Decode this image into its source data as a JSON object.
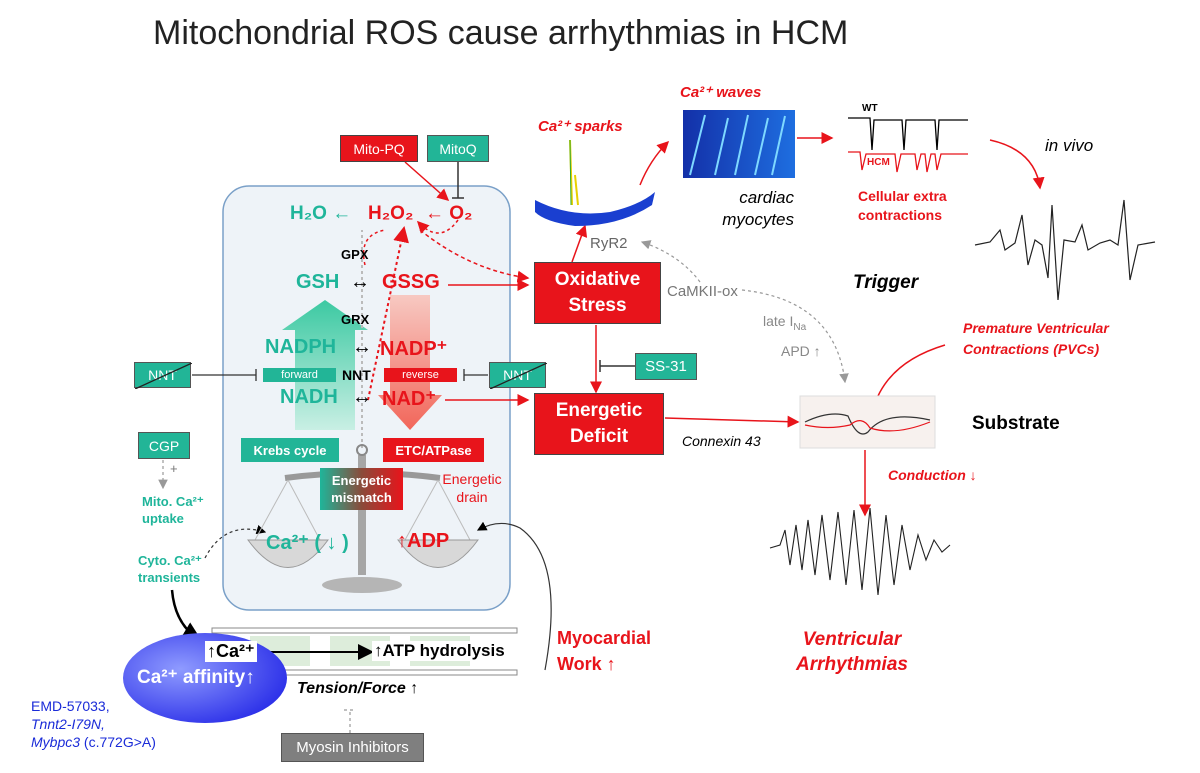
{
  "title": "Mitochondrial ROS cause arrhythmias in HCM",
  "mito": {
    "h2o_formula": "H₂O ←",
    "h2o2_formula": "H₂O₂",
    "o2_formula": "← O₂",
    "gpx": "GPX",
    "gsh": "GSH",
    "gsh_arrow": "↔",
    "gssg": "GSSG",
    "grx": "GRX",
    "nadph": "NADPH",
    "nadph_arrow": "↔",
    "nadp": "NADP⁺",
    "nnt": "NNT",
    "forward": "forward",
    "reverse": "reverse",
    "nadh": "NADH",
    "nadh_arrow": "↔",
    "nad": "NAD⁺",
    "krebs": "Krebs cycle",
    "etc": "ETC/ATPase",
    "energetic_mismatch": "Energetic mismatch",
    "energetic_drain": "Energetic drain",
    "ca_scale": "Ca²⁺ ( ↓ )",
    "adp": "↑ADP"
  },
  "drugs": {
    "mito_pq": "Mito-PQ",
    "mitoq": "MitoQ",
    "nnt_left": "NNT",
    "nnt_right": "NNT",
    "cgp": "CGP",
    "ss31": "SS-31",
    "myosin_inhibitors": "Myosin Inhibitors",
    "plus_sign": "+"
  },
  "left": {
    "mito_ca_uptake": "Mito. Ca²⁺ uptake",
    "cyto_ca_transients": "Cyto. Ca²⁺ transients",
    "variants_line1": "EMD-57033,",
    "variants_line2": "Tnnt2-I79N,",
    "variants_line3_italic": "Mybpc3",
    "variants_line3_rest": " (c.772G>A)",
    "ca_affinity": "Ca²⁺ affinity↑"
  },
  "sarcomere": {
    "ca": "↑Ca²⁺",
    "atp_hydrolysis": "↑ATP hydrolysis",
    "tension": "Tension/Force ↑",
    "myocardial_work": "Myocardial Work ↑"
  },
  "center": {
    "oxidative_stress": "Oxidative Stress",
    "energetic_deficit": "Energetic Deficit",
    "ryr2": "RyR2",
    "camkii_ox": "CaMKII-ox",
    "late_ina": "late I",
    "late_ina_sub": "Na",
    "apd": "APD ↑",
    "connexin43": "Connexin 43"
  },
  "right": {
    "ca_sparks": "Ca²⁺ sparks",
    "ca_waves": "Ca²⁺ waves",
    "cardiac_myocytes": "cardiac myocytes",
    "wt": "WT",
    "hcm": "HCM",
    "cellular_extra": "Cellular extra contractions",
    "in_vivo": "in vivo",
    "trigger": "Trigger",
    "pvcs": "Premature Ventricular Contractions (PVCs)",
    "substrate": "Substrate",
    "conduction": "Conduction ↓",
    "ventricular_arrhythmias": "Ventricular Arrhythmias"
  },
  "colors": {
    "teal": "#1fb59a",
    "red": "#e8141b",
    "blue": "#1a2bd8",
    "gray": "#7f7f7f"
  }
}
